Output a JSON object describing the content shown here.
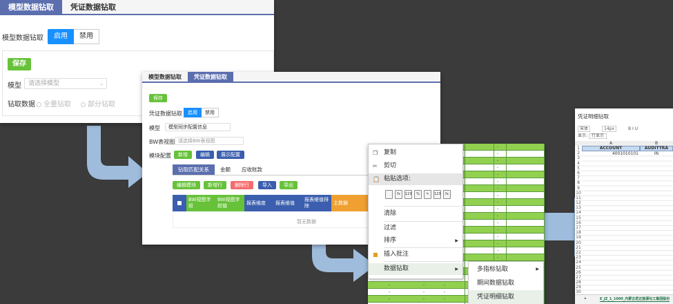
{
  "colors": {
    "tab_active": "#5b6eae",
    "primary": "#1890ff",
    "success": "#67c23a",
    "danger": "#f56c6c",
    "dark_blue": "#3b5eae",
    "orange": "#f0a030",
    "sheet_green": "#92d050",
    "arrow": "#a8c8ea"
  },
  "panel1": {
    "tabs": [
      "模型数据钻取",
      "凭证数据钻取"
    ],
    "drill_label": "模型数据钻取",
    "enable": "启用",
    "disable": "禁用",
    "save": "保存",
    "model_label": "模型",
    "model_placeholder": "请选择模型",
    "drill_data_label": "钻取数据",
    "radio_all": "全量钻取",
    "radio_part": "部分钻取"
  },
  "panel2": {
    "tabs": [
      "模型数据钻取",
      "凭证数据钻取"
    ],
    "save": "保存",
    "drill_label": "凭证数据钻取",
    "enable": "启用",
    "disable": "禁用",
    "model_label": "模型",
    "model_value": "模型同步配置信息",
    "bw_label": "BW表视图",
    "bw_placeholder": "请选择BW表视图",
    "module_label": "模块配置",
    "btn_add": "新增",
    "btn_edit": "编辑",
    "btn_show": "展示配置",
    "subtabs": [
      "钻取匹配关系",
      "金额",
      "应收账款"
    ],
    "btn_edit_module": "编辑模块",
    "btn_add_row": "新增行",
    "btn_delete_row": "删除行",
    "btn_import": "导入",
    "btn_export": "导出",
    "columns": [
      "BW视图字段",
      "BW视图字段值",
      "报表维度",
      "报表维值",
      "报表维值排除",
      "主数据"
    ],
    "empty_text": "暂无数据"
  },
  "context_menu": {
    "copy": "复制",
    "cut": "剪切",
    "paste_options": "粘贴选项:",
    "clear": "清除",
    "filter": "过滤",
    "sort": "排序",
    "insert_comment": "插入批注",
    "data_drill": "数据钻取",
    "submenu": [
      "多指标钻取",
      "期间数据钻取",
      "凭证明细钻取"
    ],
    "dash": "-"
  },
  "panel4": {
    "title": "凭证明细钻取",
    "font": "宋体",
    "size": "14px",
    "tools": "B  I  U",
    "fx_label": "显示:",
    "fx_value": "行显示",
    "col_a": "A",
    "col_b": "B",
    "header_a": "ACCOUNT",
    "header_b": "AUDITTRA",
    "value_a": "4001010101",
    "value_b": "IN",
    "sheet_tab": "E_JZ_1_1000_内蒙古君正能源化工集团股份"
  }
}
